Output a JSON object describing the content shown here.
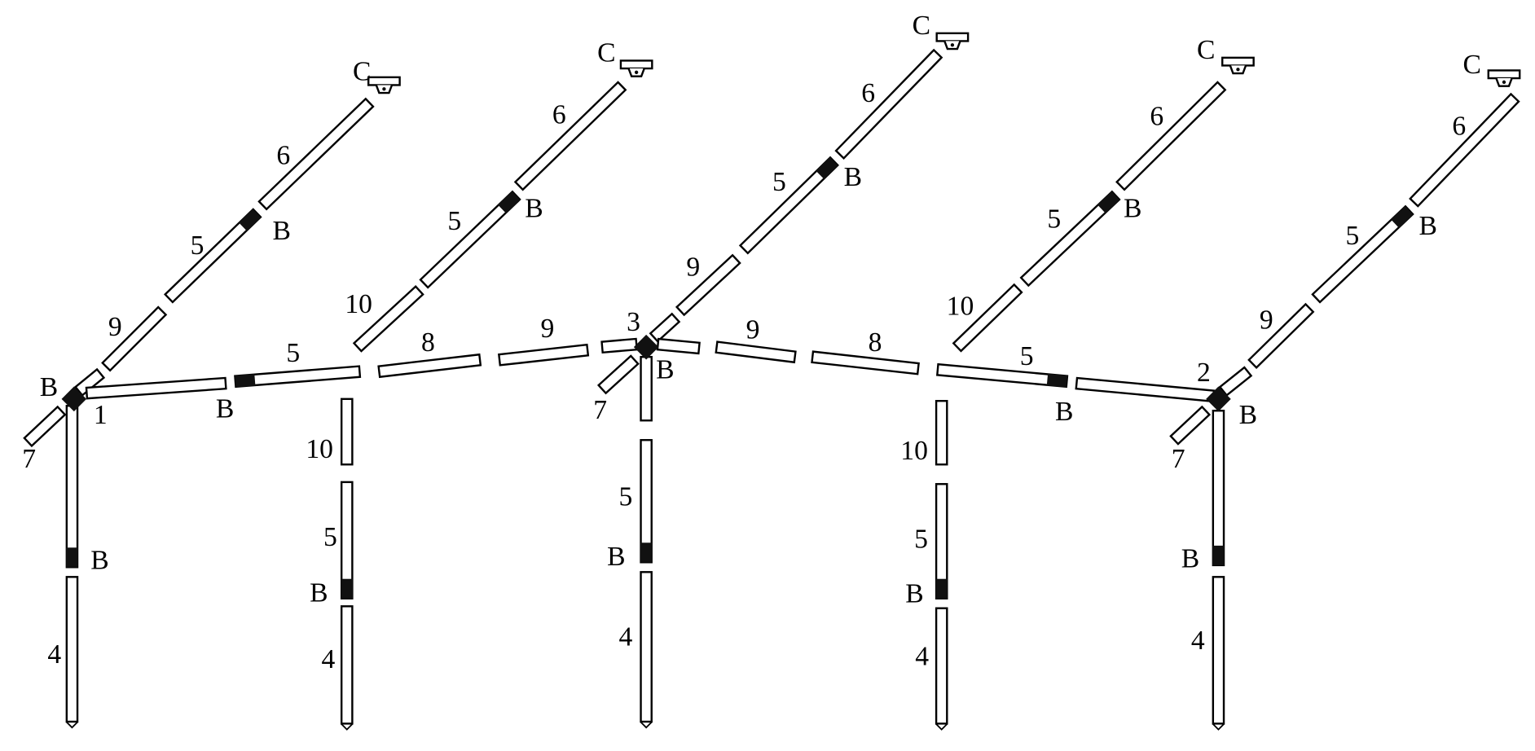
{
  "diagram": {
    "title": "Awning frame pole assembly",
    "labels": [
      "C",
      "C",
      "C",
      "C",
      "C",
      "6",
      "6",
      "6",
      "6",
      "6",
      "5",
      "5",
      "5",
      "5",
      "5",
      "B",
      "B",
      "B",
      "B",
      "B",
      "9",
      "9",
      "9",
      "10",
      "10",
      "B",
      "1",
      "7",
      "B",
      "5",
      "8",
      "9",
      "3",
      "B",
      "7",
      "9",
      "8",
      "5",
      "2",
      "B",
      "B",
      "7",
      "10",
      "5",
      "B",
      "4",
      "5",
      "B",
      "4",
      "10",
      "5",
      "B",
      "4",
      "B",
      "4",
      "B",
      "4"
    ]
  }
}
